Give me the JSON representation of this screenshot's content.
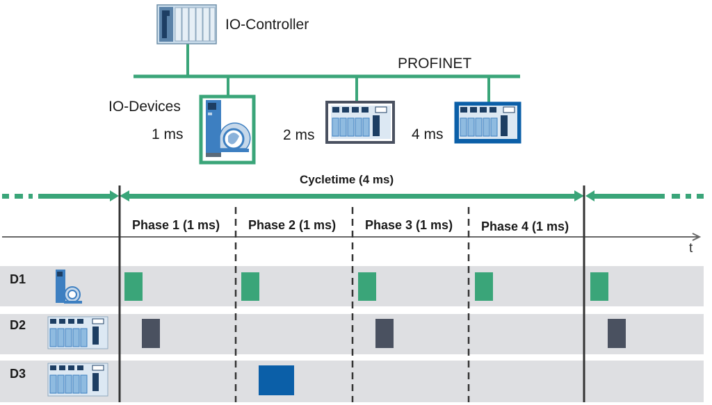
{
  "network": {
    "controller_label": "IO-Controller",
    "bus_label": "PROFINET",
    "devices_label": "IO-Devices",
    "devices": [
      {
        "name": "drive-device",
        "cycle": "1 ms"
      },
      {
        "name": "gray-io-device",
        "cycle": "2 ms"
      },
      {
        "name": "blue-io-device",
        "cycle": "4 ms"
      }
    ]
  },
  "timeline": {
    "cycle_label": "Cycletime (4 ms)",
    "axis_label": "t",
    "phases": [
      "Phase 1 (1 ms)",
      "Phase 2 (1 ms)",
      "Phase 3 (1 ms)",
      "Phase 4 (1 ms)"
    ],
    "rows": [
      {
        "id": "D1",
        "slots": [
          1,
          2,
          3,
          4,
          5
        ]
      },
      {
        "id": "D2",
        "slots": [
          1,
          3,
          5
        ]
      },
      {
        "id": "D3",
        "slots": [
          2
        ]
      }
    ]
  },
  "colors": {
    "green": "#3aa579",
    "dark_gray": "#4a5160",
    "blue": "#0b5fa8",
    "row_bg": "#dedfe2"
  }
}
